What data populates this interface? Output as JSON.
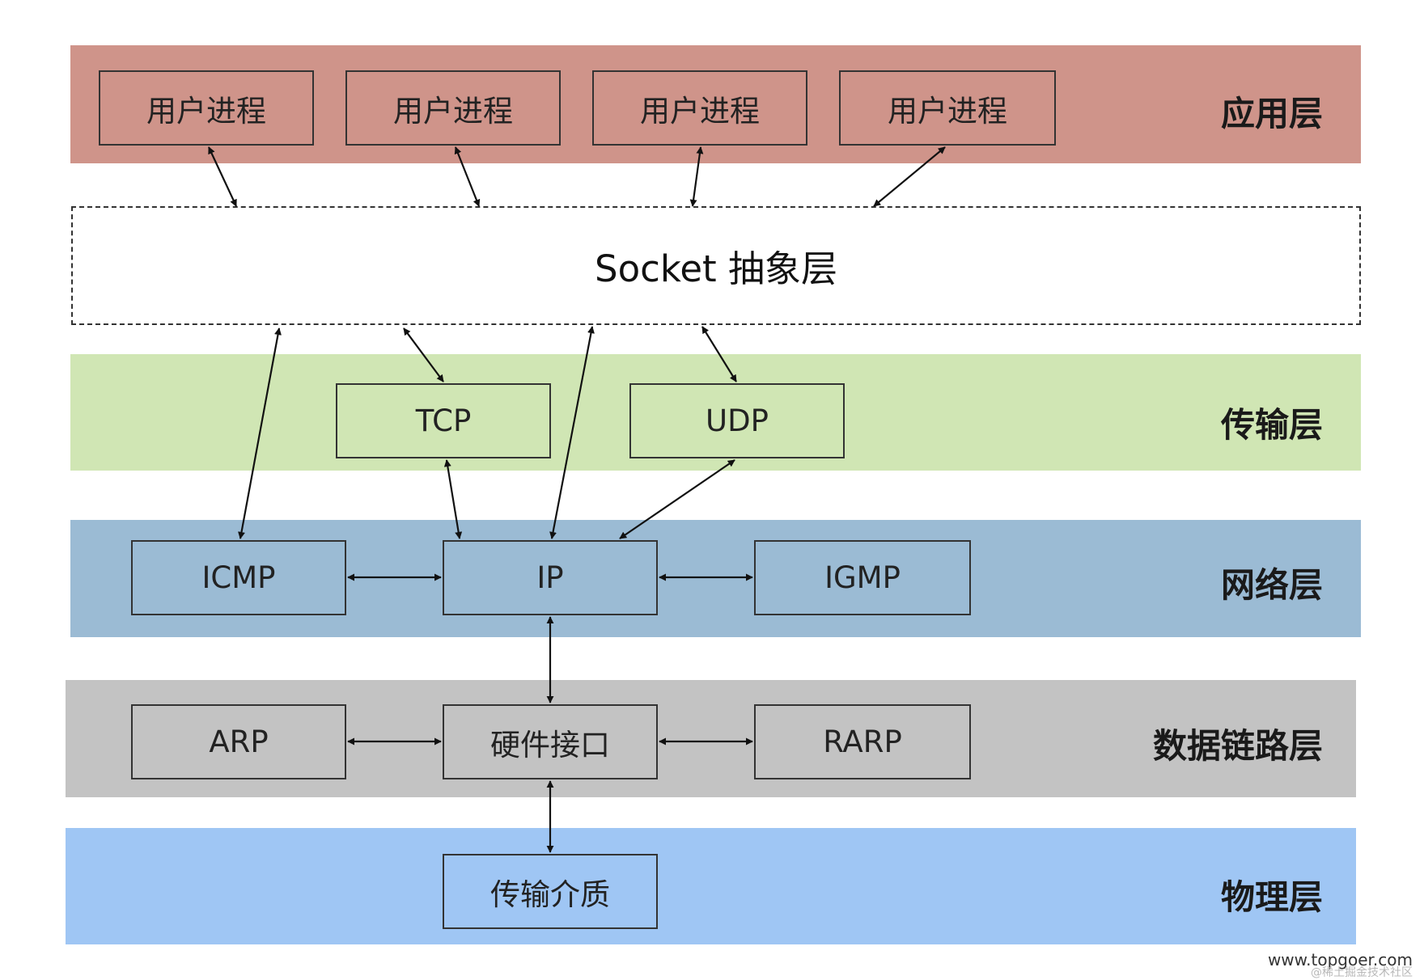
{
  "layers": {
    "application": {
      "label": "应用层",
      "color": "#cf948a"
    },
    "transport": {
      "label": "传输层",
      "color": "#d0e6b4"
    },
    "network": {
      "label": "网络层",
      "color": "#9bbbd4"
    },
    "datalink": {
      "label": "数据链路层",
      "color": "#c3c3c3"
    },
    "physical": {
      "label": "物理层",
      "color": "#9fc6f4"
    }
  },
  "processes": [
    "用户进程",
    "用户进程",
    "用户进程",
    "用户进程"
  ],
  "socket": {
    "label": "Socket 抽象层"
  },
  "transport_boxes": {
    "tcp": "TCP",
    "udp": "UDP"
  },
  "network_boxes": {
    "icmp": "ICMP",
    "ip": "IP",
    "igmp": "IGMP"
  },
  "datalink_boxes": {
    "arp": "ARP",
    "hw": "硬件接口",
    "rarp": "RARP"
  },
  "physical_boxes": {
    "medium": "传输介质"
  },
  "watermark": {
    "site": "www.topgoer.com",
    "community": "@稀土掘金技术社区"
  }
}
